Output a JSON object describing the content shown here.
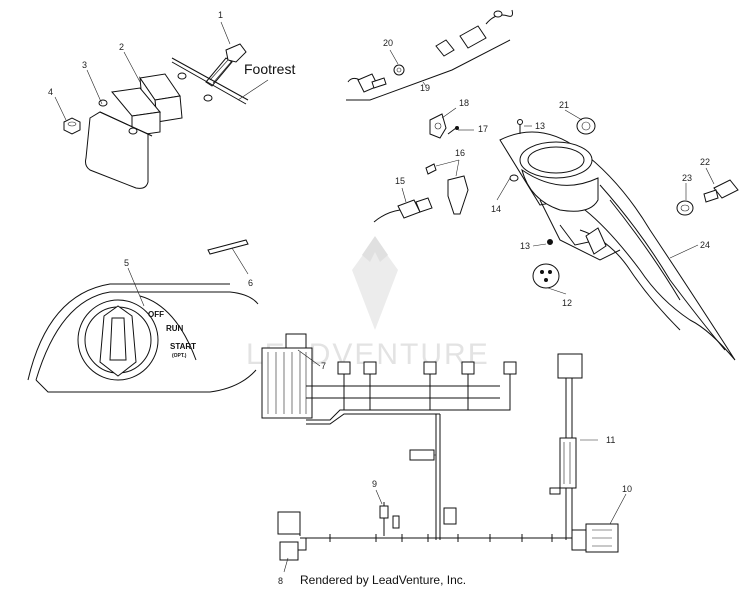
{
  "callouts": {
    "c1": "1",
    "c2": "2",
    "c3": "3",
    "c4": "4",
    "c5": "5",
    "c6": "6",
    "c7": "7",
    "c8": "8",
    "c9": "9",
    "c10": "10",
    "c11": "11",
    "c12": "12",
    "c13a": "13",
    "c13b": "13",
    "c14": "14",
    "c15": "15",
    "c16": "16",
    "c17": "17",
    "c18": "18",
    "c19": "19",
    "c20": "20",
    "c21": "21",
    "c22": "22",
    "c23": "23",
    "c24": "24"
  },
  "footrest_label": "Footrest",
  "key_switch": {
    "off": "OFF",
    "run": "RUN",
    "start": "START",
    "start_sub": "(OPT.)"
  },
  "watermark": "LEADVENTURE",
  "footer": "Rendered by LeadVenture, Inc."
}
